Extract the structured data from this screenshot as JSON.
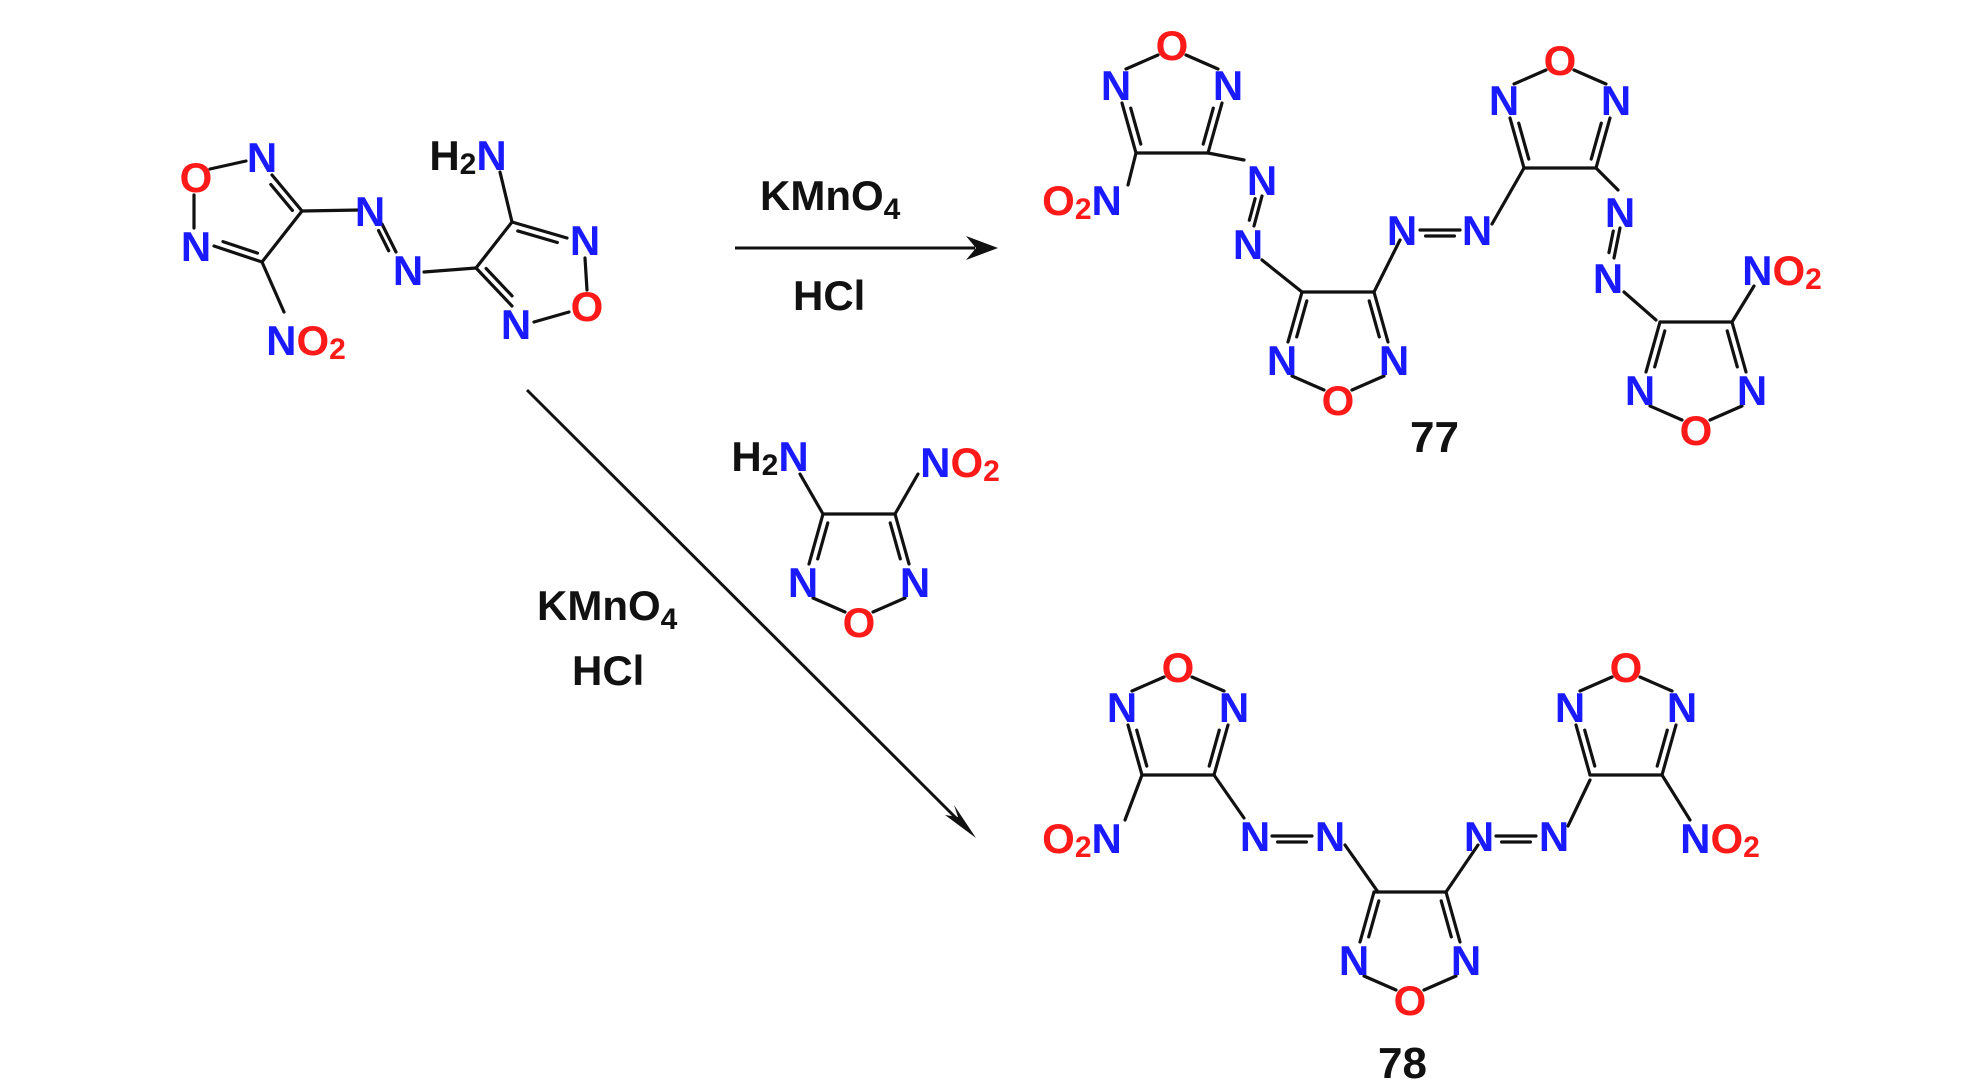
{
  "colors": {
    "nitrogen": "#1a1aff",
    "oxygen": "#ff1a1a",
    "bond": "#111111",
    "text": "#111111"
  },
  "labels": {
    "reagent_top_1": "KMnO",
    "reagent_top_1_sub": "4",
    "reagent_top_2": "HCl",
    "reagent_diag_1": "KMnO",
    "reagent_diag_1_sub": "4",
    "reagent_diag_2": "HCl",
    "compound_77": "77",
    "compound_78": "78"
  },
  "atoms": {
    "N": "N",
    "O": "O",
    "H": "H",
    "sub2": "2"
  }
}
